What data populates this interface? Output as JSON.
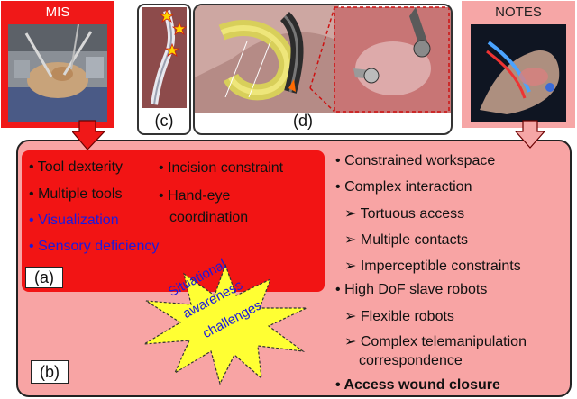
{
  "mis": {
    "title": "MIS"
  },
  "notes": {
    "title": "NOTES"
  },
  "panels": {
    "c": "(c)",
    "d": "(d)",
    "a": "(a)",
    "b": "(b)"
  },
  "mis_list_left": [
    {
      "bullet": "•",
      "text": "Tool dexterity",
      "color": "#111111"
    },
    {
      "bullet": "•",
      "text": "Multiple tools",
      "color": "#111111"
    },
    {
      "bullet": "•",
      "text": "Visualization",
      "color": "#1a1ae0"
    },
    {
      "bullet": "•",
      "text": "Sensory deficiency",
      "color": "#1a1ae0"
    }
  ],
  "mis_list_right": {
    "item1": "Incision constraint",
    "item2_line1": "Hand-eye",
    "item2_line2": "coordination"
  },
  "notes_list": {
    "constrained_workspace": "Constrained workspace",
    "complex_interaction": "Complex interaction",
    "tortuous_access": "Tortuous access",
    "multiple_contacts": "Multiple contacts",
    "imperceptible_constraints": "Imperceptible constraints",
    "high_dof": "High DoF slave robots",
    "flexible_robots": "Flexible robots",
    "telemanipulation_line1": "Complex telemanipulation",
    "telemanipulation_line2": "correspondence",
    "wound_closure": "Access wound closure"
  },
  "starburst": {
    "line1": "Situational",
    "line2": "awareness",
    "line3": "challenges"
  },
  "colors": {
    "mis_red": "#f01818",
    "notes_pink": "#f6a6a6",
    "blue_text": "#1a1ae0",
    "star_yellow": "#ffff33"
  }
}
